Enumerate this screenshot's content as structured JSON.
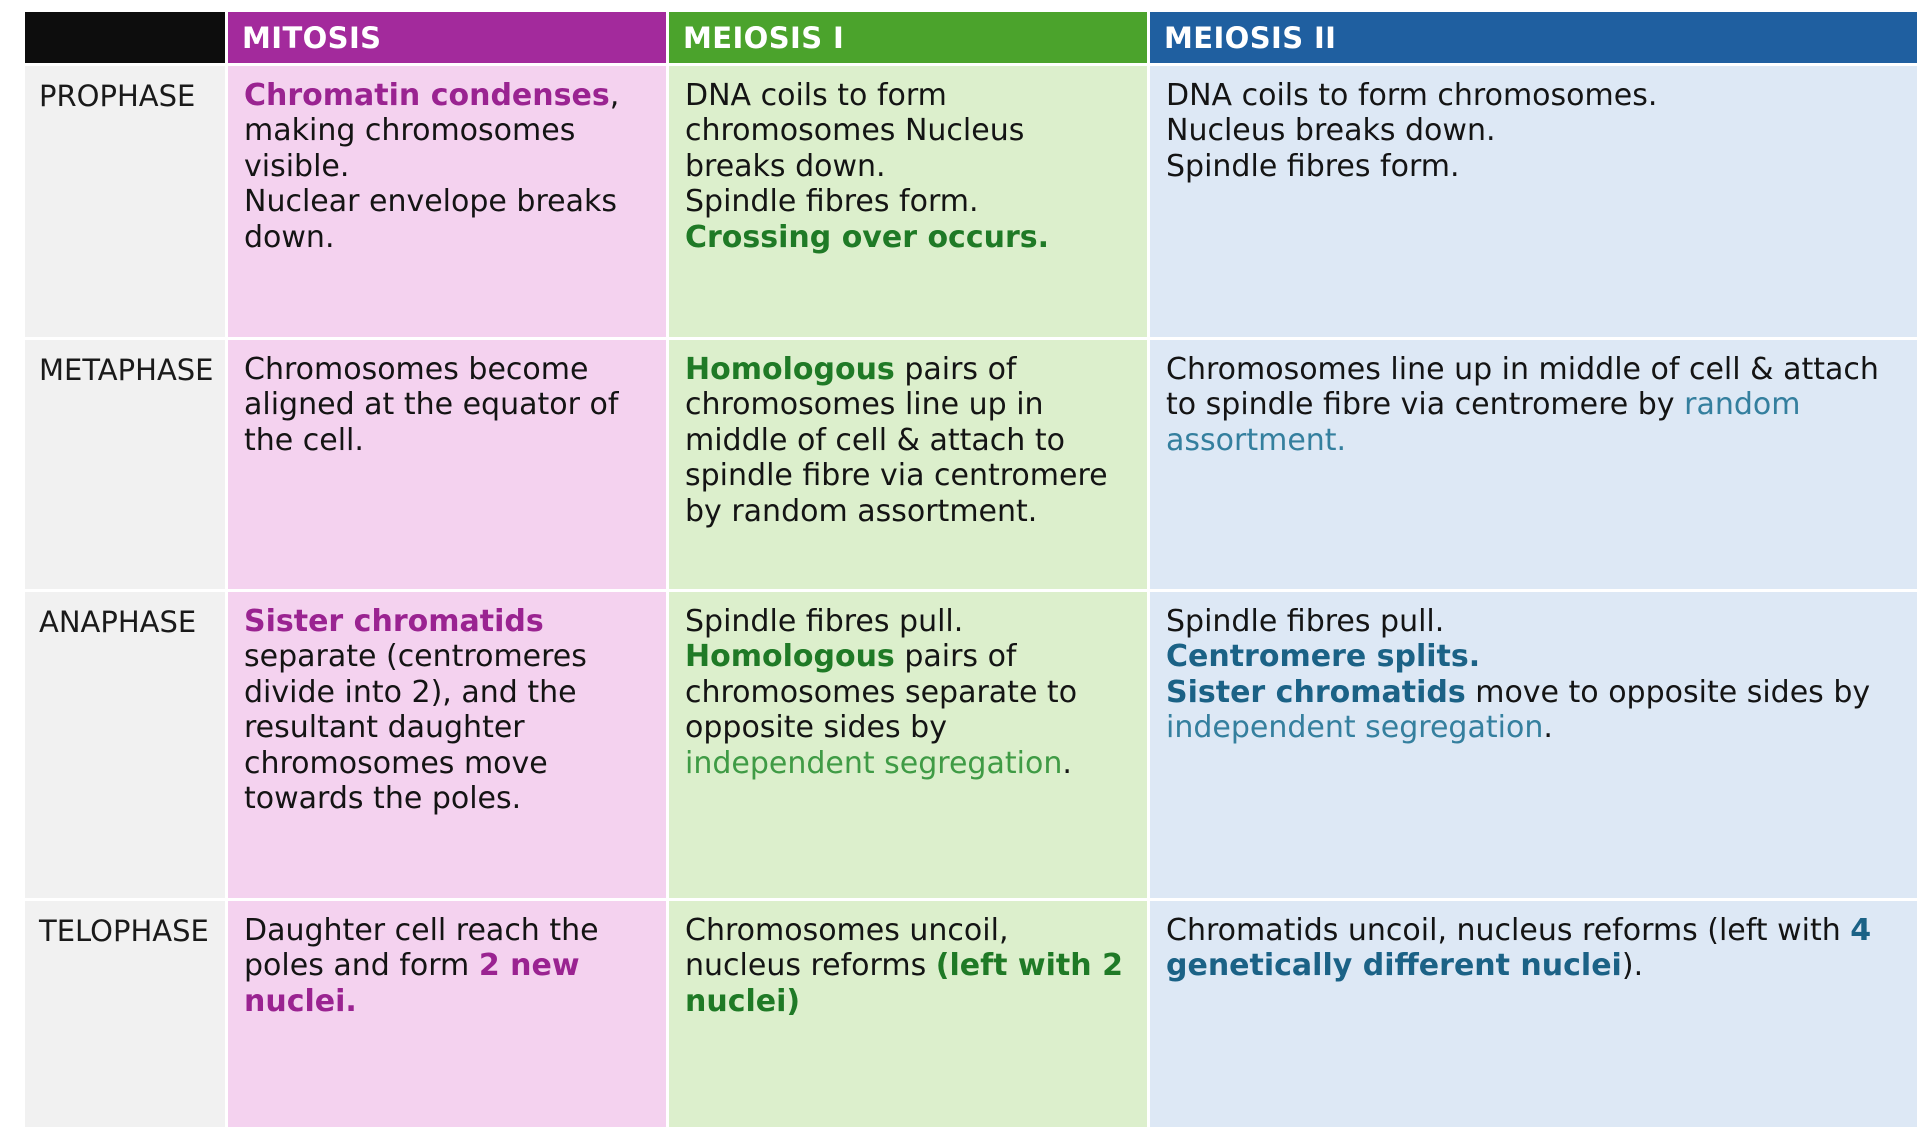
{
  "table": {
    "headers": {
      "phase_col": "",
      "mitosis": "MITOSIS",
      "meiosis1": "MEIOSIS I",
      "meiosis2": "MEIOSIS II"
    },
    "colors": {
      "header_blank": "#0d0d0d",
      "header_mitosis": "#a32a9c",
      "header_meiosis1": "#4ba32c",
      "header_meiosis2": "#1f5fa0",
      "cell_phase": "#f1f1f1",
      "cell_mitosis": "#f4d2ef",
      "cell_meiosis1": "#dcefcc",
      "cell_meiosis2": "#dde8f5",
      "accent_mitosis_bold": "#9a2391",
      "accent_meiosis1_bold": "#1f7a26",
      "accent_meiosis1_light": "#3f9b45",
      "accent_meiosis2_bold": "#1b6286",
      "accent_meiosis2_light": "#347f9e"
    },
    "rows": {
      "prophase": {
        "label": "PROPHASE",
        "mitosis": {
          "p1_bold": "Chromatin condenses",
          "p1_rest": ", making chromosomes visible.\nNuclear envelope breaks down."
        },
        "meiosis1": {
          "p1": "DNA coils to form chromosomes Nucleus breaks down.\nSpindle fibres form.\n",
          "p2_bold": "Crossing over occurs."
        },
        "meiosis2": {
          "p1": "DNA coils to form chromosomes.\nNucleus breaks down.\nSpindle fibres form."
        }
      },
      "metaphase": {
        "label": "METAPHASE",
        "mitosis": {
          "p1": "Chromosomes become aligned at the equator of the cell."
        },
        "meiosis1": {
          "p1_bold": "Homologous",
          "p1_rest": " pairs of chromosomes line up in middle of cell & attach to spindle fibre via centromere by random assortment."
        },
        "meiosis2": {
          "p1": "Chromosomes line up in middle of cell & attach to spindle fibre via centromere by ",
          "p2_light": "random assortment."
        }
      },
      "anaphase": {
        "label": "ANAPHASE",
        "mitosis": {
          "p1_bold": "Sister chromatids",
          "p1_rest": " separate (centromeres divide into 2), and the resultant daughter chromosomes move towards the poles."
        },
        "meiosis1": {
          "p1": "Spindle fibres pull.\n",
          "p2_bold": "Homologous",
          "p2_rest": " pairs of chromosomes separate to opposite sides by ",
          "p3_light": "independent segregation",
          "p3_tail": "."
        },
        "meiosis2": {
          "p1": "Spindle fibres pull.\n",
          "p2_bold": "Centromere splits.",
          "p3_bold": "Sister chromatids",
          "p3_rest": " move to opposite sides by ",
          "p4_light": "independent segregation",
          "p4_tail": "."
        }
      },
      "telophase": {
        "label": "TELOPHASE",
        "mitosis": {
          "p1": "Daughter cell reach the poles and form ",
          "p2_bold": "2 new nuclei."
        },
        "meiosis1": {
          "p1": "Chromosomes uncoil, nucleus reforms ",
          "p2_bold": "(left with 2 nuclei)"
        },
        "meiosis2": {
          "p1": "Chromatids uncoil, nucleus reforms (left with ",
          "p2_bold": "4 genetically different nuclei",
          "p3_tail": ")."
        }
      }
    }
  }
}
